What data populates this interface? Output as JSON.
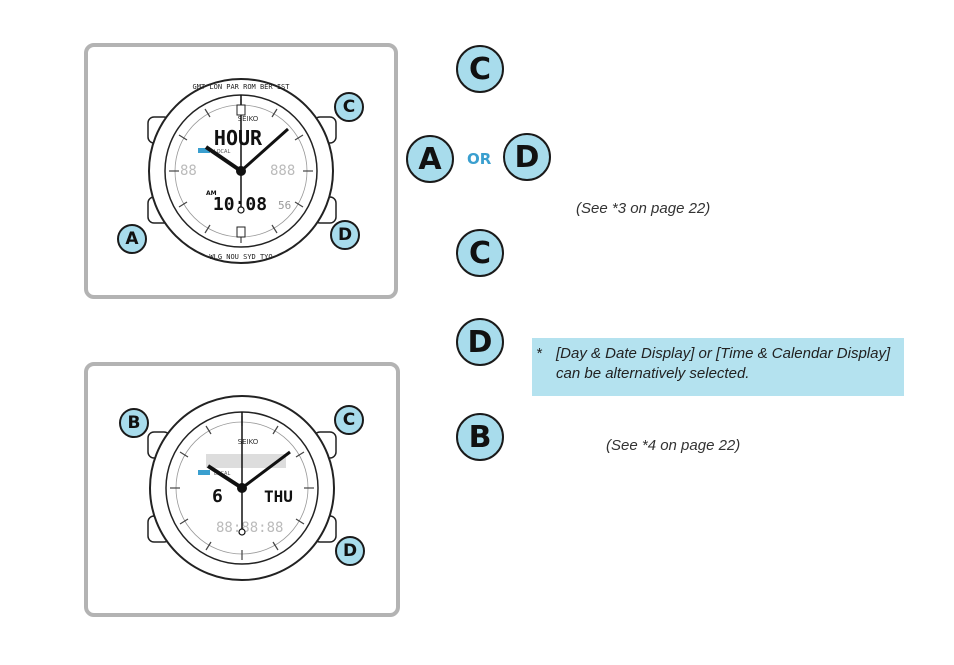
{
  "panel1": {
    "buttons": {
      "a": "A",
      "c": "C",
      "d": "D"
    },
    "watch": {
      "brand": "SEIKO",
      "upper_display": "HOUR",
      "ampm": "AM",
      "lower_display": "10:08",
      "lower_small": "56",
      "mode_label": "LOCAL",
      "cities_top": "GMT LON PAR ROM BER IST",
      "cities_bottom": "WLG NOU SYD TYO"
    }
  },
  "panel2": {
    "buttons": {
      "b": "B",
      "c": "C",
      "d": "D"
    },
    "watch": {
      "brand": "SEIKO",
      "date": "6",
      "day": "THU",
      "mode_label": "LOCAL"
    }
  },
  "steps": {
    "step1": "C",
    "step2_a": "A",
    "step2_or": "OR",
    "step2_b": "D",
    "step2_ref": "(See *3 on page 22)",
    "step3": "C",
    "step4": "D",
    "step5": "B",
    "step5_ref": "(See *4 on page 22)"
  },
  "note": {
    "star": "*",
    "text": "[Day & Date Display] or [Time & Calendar Display] can be alternatively selected."
  },
  "colors": {
    "button_fill": "#a8dcec",
    "note_bg": "#b4e2ef",
    "or_text": "#3a9fcf",
    "panel_border": "#b3b3b3"
  }
}
